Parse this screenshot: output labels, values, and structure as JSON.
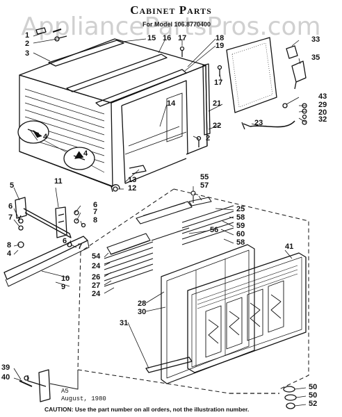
{
  "header": {
    "title": "Cabinet Parts",
    "watermark": "AppliancePartsPros.com",
    "model": "For Model 106.8770400"
  },
  "callouts": {
    "c1": "1",
    "c2a": "2",
    "c3": "3",
    "c15": "15",
    "c16": "16",
    "c17a": "17",
    "c18": "18",
    "c19": "19",
    "c33": "33",
    "c35": "35",
    "c17b": "17",
    "c14": "14",
    "c21": "21",
    "c22": "22",
    "c2b": "2",
    "c43": "43",
    "c29": "29",
    "c20": "20",
    "c32": "32",
    "c23": "23",
    "c4a": "4",
    "c4b": "4",
    "c11": "11",
    "c13": "13",
    "c12": "12",
    "c5": "5",
    "c6a": "6",
    "c7a": "7",
    "c6b": "6",
    "c7b": "7",
    "c8a": "8",
    "c8b": "8",
    "c4c": "4",
    "c6c": "6",
    "c7c": "7",
    "c55": "55",
    "c57": "57",
    "c25": "25",
    "c58a": "58",
    "c59": "59",
    "c60": "60",
    "c58b": "58",
    "c56": "56",
    "c54": "54",
    "c24a": "24",
    "c41": "41",
    "c26": "26",
    "c27": "27",
    "c24b": "24",
    "c10": "10",
    "c9": "9",
    "c28": "28",
    "c30": "30",
    "c31": "31",
    "c39": "39",
    "c40": "40",
    "c50a": "50",
    "c50b": "50",
    "c52": "52"
  },
  "footer": {
    "code": "A5",
    "date": "August, 1980",
    "caution": "CAUTION: Use the part number on all orders, not the illustration number."
  }
}
